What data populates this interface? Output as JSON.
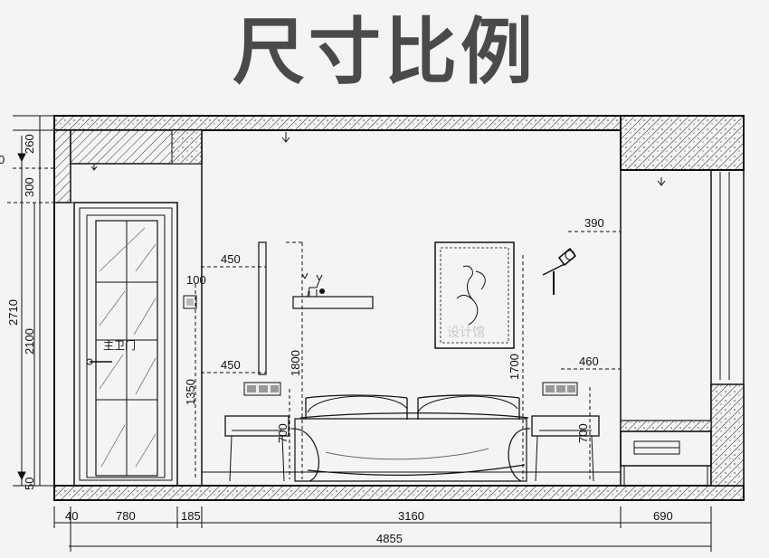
{
  "title": "尺寸比例",
  "door_label": "主卫门",
  "watermark": "设计馆",
  "bottom_dims": {
    "d40": "40",
    "d780": "780",
    "d185": "185",
    "d3160": "3160",
    "d690": "690",
    "total": "4855"
  },
  "left_dims": {
    "d260": "260",
    "d300": "300",
    "d2710": "2710",
    "d2100": "2100",
    "d50": "50",
    "d0": "0"
  },
  "wall_dims": {
    "d450_top": "450",
    "d100": "100",
    "d450_low": "450",
    "d1350": "1350",
    "d1800": "1800",
    "d390": "390",
    "d1700": "1700",
    "d460": "460",
    "d700_left": "700",
    "d700_right": "700"
  }
}
